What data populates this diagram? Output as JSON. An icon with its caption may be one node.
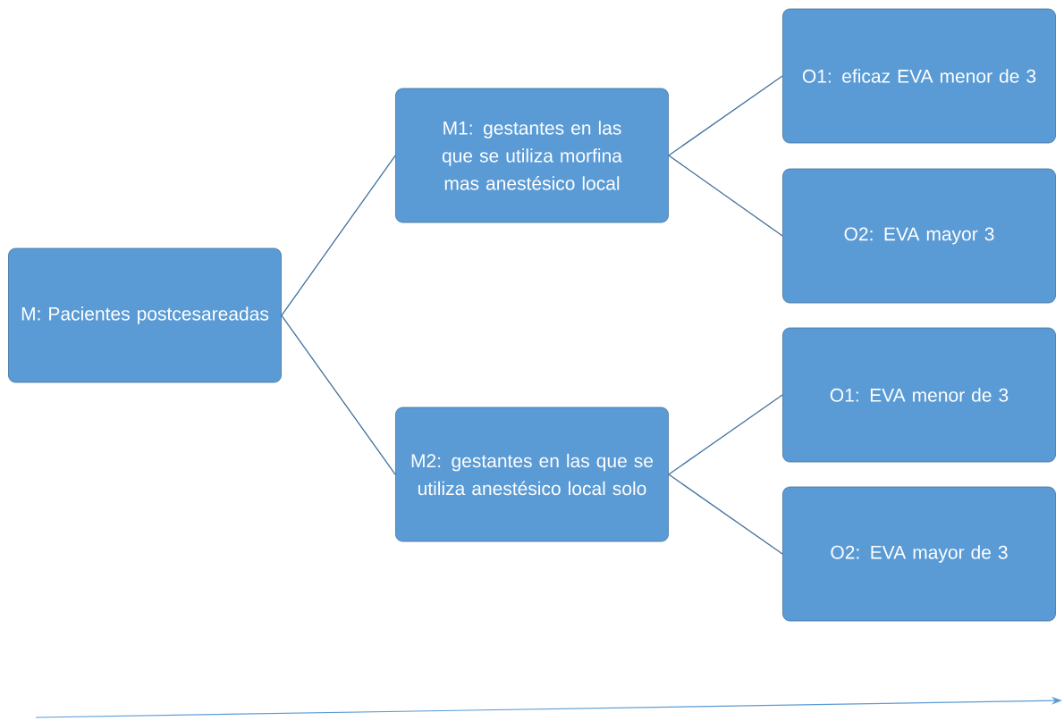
{
  "diagram": {
    "nodes": [
      {
        "text": [
          "M: Pacientes postcesareadas"
        ]
      },
      {
        "text": [
          "M1: gestantes en las que se utiliza morfina mas anestésico local"
        ]
      },
      {
        "text": [
          "M2: gestantes en las que se utiliza anestésico local solo"
        ]
      },
      {
        "text": [
          "O1: eficaz EVA menor de 3"
        ]
      },
      {
        "text": [
          "O2: EVA mayor 3"
        ]
      },
      {
        "text": [
          "O1: EVA menor de 3"
        ]
      },
      {
        "text": [
          "O2: EVA mayor de 3"
        ]
      }
    ],
    "edges": [
      {
        "from": 0,
        "to": 1,
        "arrow": "none"
      },
      {
        "from": 0,
        "to": 2,
        "arrow": "none"
      },
      {
        "from": 1,
        "to": 3,
        "arrow": "none"
      },
      {
        "from": 1,
        "to": 4,
        "arrow": "none"
      },
      {
        "from": 2,
        "to": 5,
        "arrow": "none"
      },
      {
        "from": 2,
        "to": 6,
        "arrow": "none"
      }
    ]
  }
}
